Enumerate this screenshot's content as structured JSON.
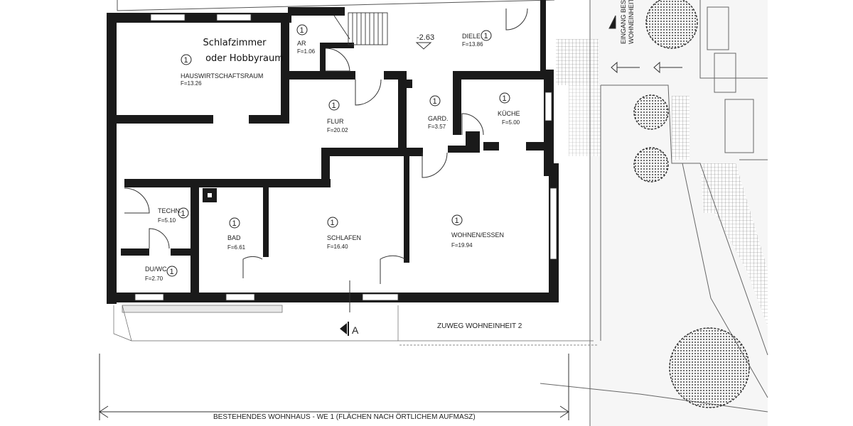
{
  "overlay_label": {
    "line1": "Schlafzimmer",
    "line2": "oder Hobbyraum"
  },
  "rooms": [
    {
      "id": "hauswirtschaftsraum",
      "num": "1",
      "name": "HAUSWIRTSCHAFTSRAUM",
      "area": "F=13.26"
    },
    {
      "id": "ar",
      "num": "1",
      "name": "AR",
      "area": "F=1.06"
    },
    {
      "id": "diele",
      "num": "1",
      "name": "DIELE",
      "area": "F=13.86"
    },
    {
      "id": "flur",
      "num": "1",
      "name": "FLUR",
      "area": "F=20.02"
    },
    {
      "id": "gard",
      "num": "1",
      "name": "GARD.",
      "area": "F=3.57"
    },
    {
      "id": "kueche",
      "num": "1",
      "name": "KÜCHE",
      "area": "F=5.00"
    },
    {
      "id": "techn",
      "num": "1",
      "name": "TECHN.",
      "area": "F=5.10"
    },
    {
      "id": "duwc",
      "num": "1",
      "name": "DU/WC",
      "area": "F=2.70"
    },
    {
      "id": "bad",
      "num": "1",
      "name": "BAD",
      "area": "F=6.61"
    },
    {
      "id": "schlafen",
      "num": "1",
      "name": "SCHLAFEN",
      "area": "F=16.40"
    },
    {
      "id": "wohnen",
      "num": "1",
      "name": "WOHNEN/ESSEN",
      "area": "F=19.94"
    }
  ],
  "level_mark": "-2.63",
  "entry_marker": "A",
  "path_label": "ZUWEG WOHNEINHEIT 2",
  "entrance_label": "EINGANG BEST.",
  "entrance_label_2": "WOHNEINHEIT",
  "bottom_caption": "BESTEHENDES WOHNHAUS - WE 1 (FLÄCHEN NACH ÖRTLICHEM AUFMASZ)"
}
